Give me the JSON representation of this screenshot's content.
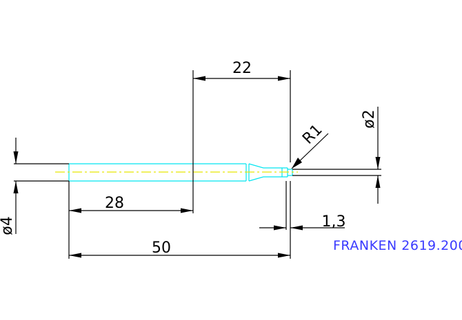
{
  "drawing": {
    "dimensions": {
      "total_length": "50",
      "shank_length": "28",
      "neck_length": "22",
      "shank_diameter": "ø4",
      "tip_diameter": "ø2",
      "tip_radius": "R1",
      "tip_length": "1,3"
    },
    "part_label": "FRANKEN 2619.200",
    "colors": {
      "background": "#ffffff",
      "dimension_lines": "#000000",
      "tool_outline": "#00e5f0",
      "centerline": "#e8e800",
      "part_label": "#3a3aff"
    }
  }
}
